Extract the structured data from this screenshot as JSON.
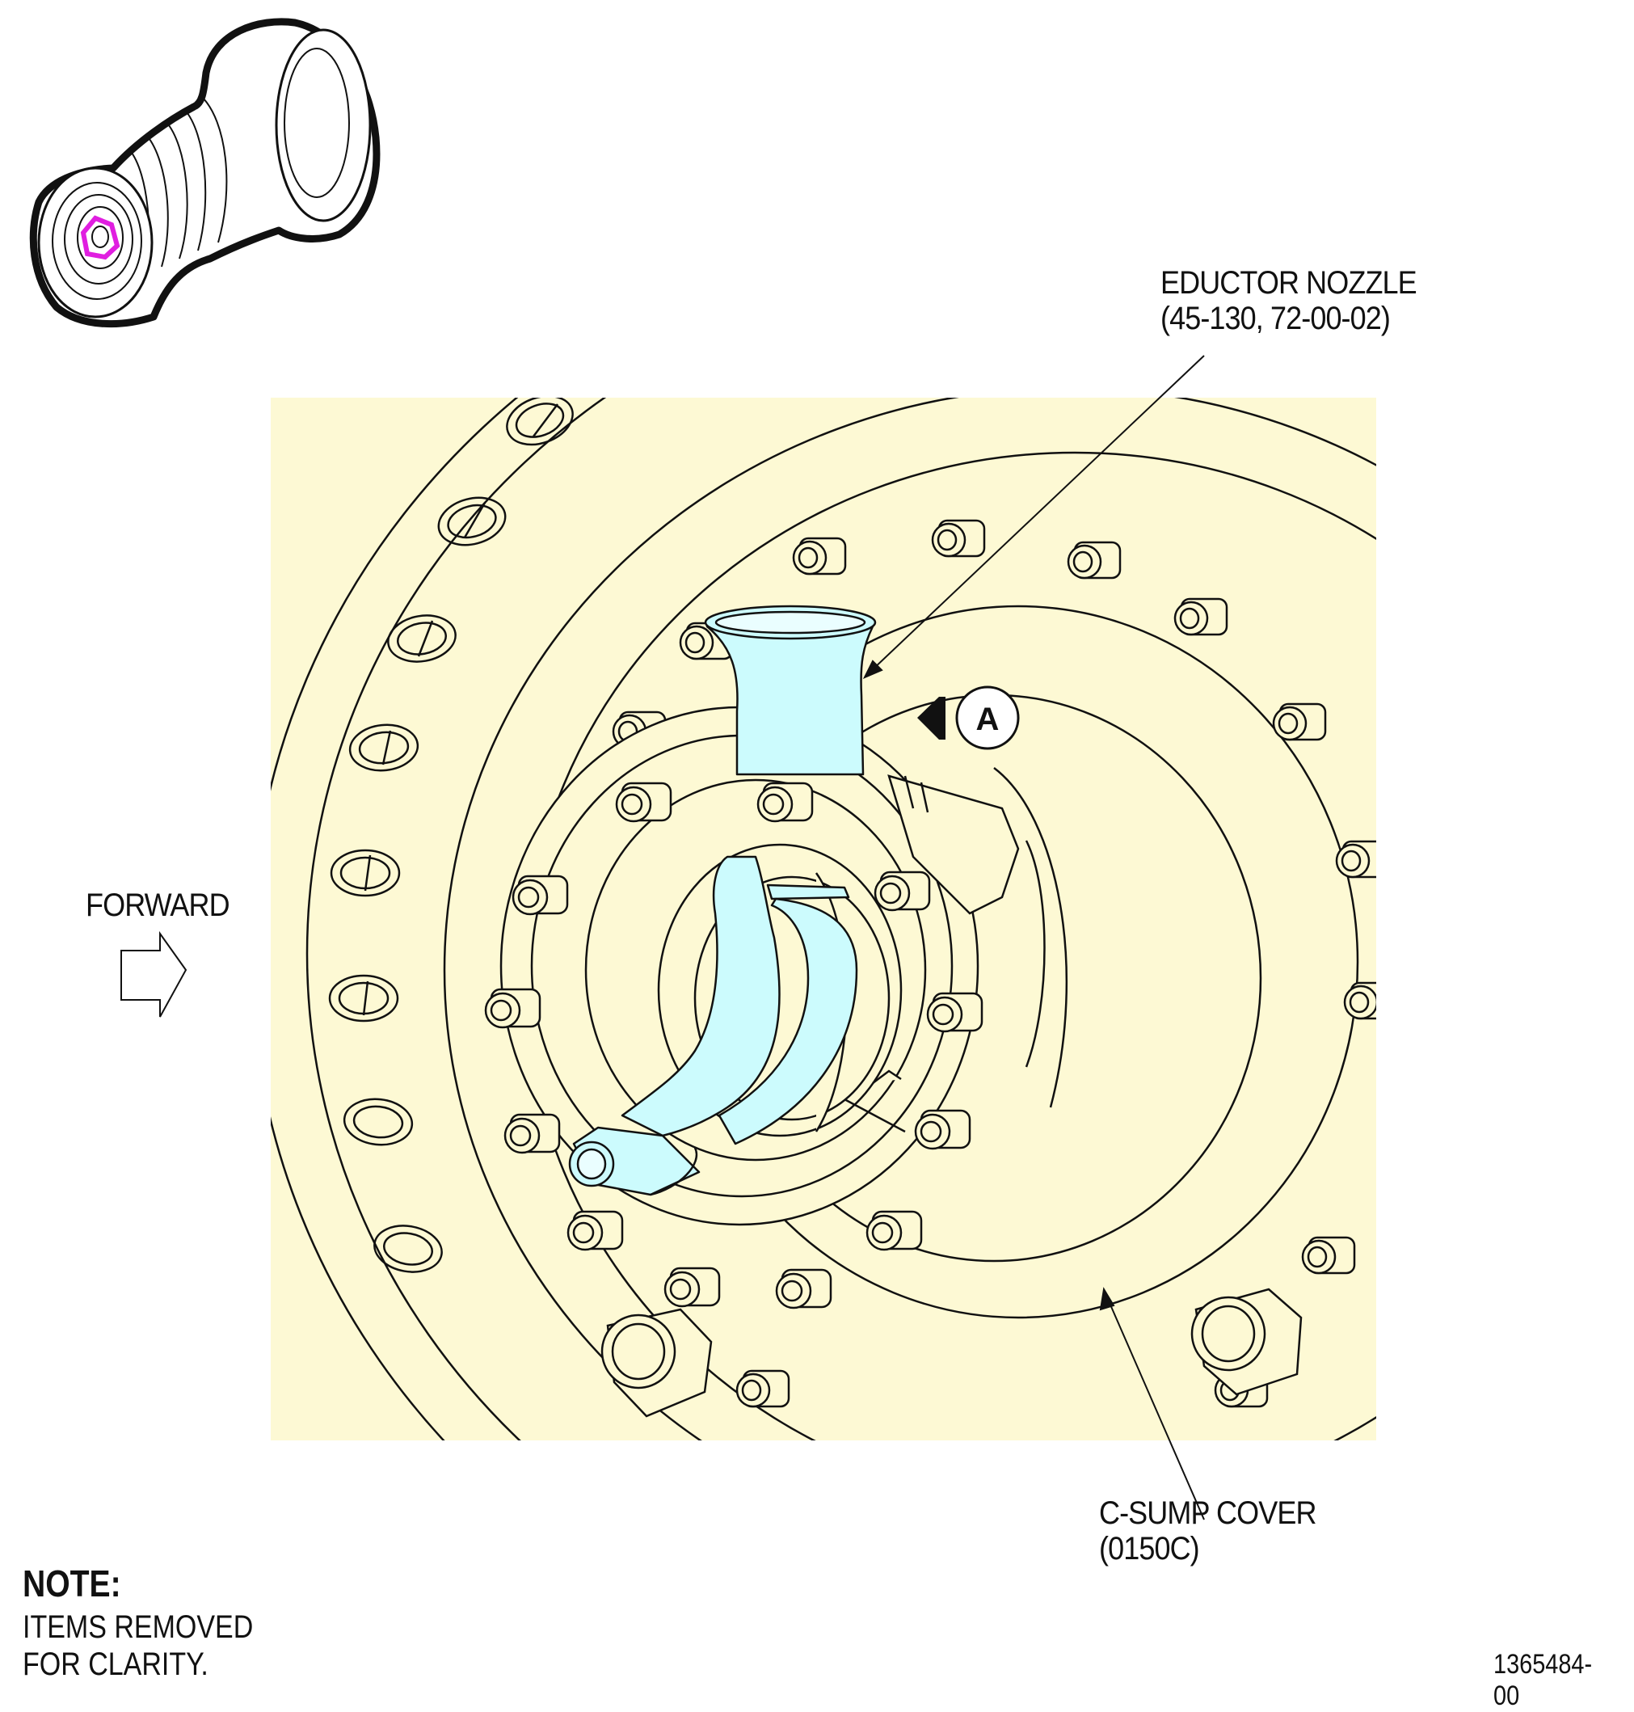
{
  "callouts": {
    "eductor_nozzle": {
      "line1": "EDUCTOR NOZZLE",
      "line2": "(45-130, 72-00-02)"
    },
    "c_sump_cover": {
      "line1": "C-SUMP COVER",
      "line2": "(0150C)"
    },
    "forward": "FORWARD",
    "view_marker": "A"
  },
  "note": {
    "heading": "NOTE:",
    "line1": "ITEMS REMOVED",
    "line2": "FOR CLARITY."
  },
  "figure_id": "1365484-00",
  "colors": {
    "background_panel": "#fdf9d4",
    "highlight_part": "#ccfbfd",
    "locator_marker": "#e01ee0",
    "line": "#111111"
  }
}
